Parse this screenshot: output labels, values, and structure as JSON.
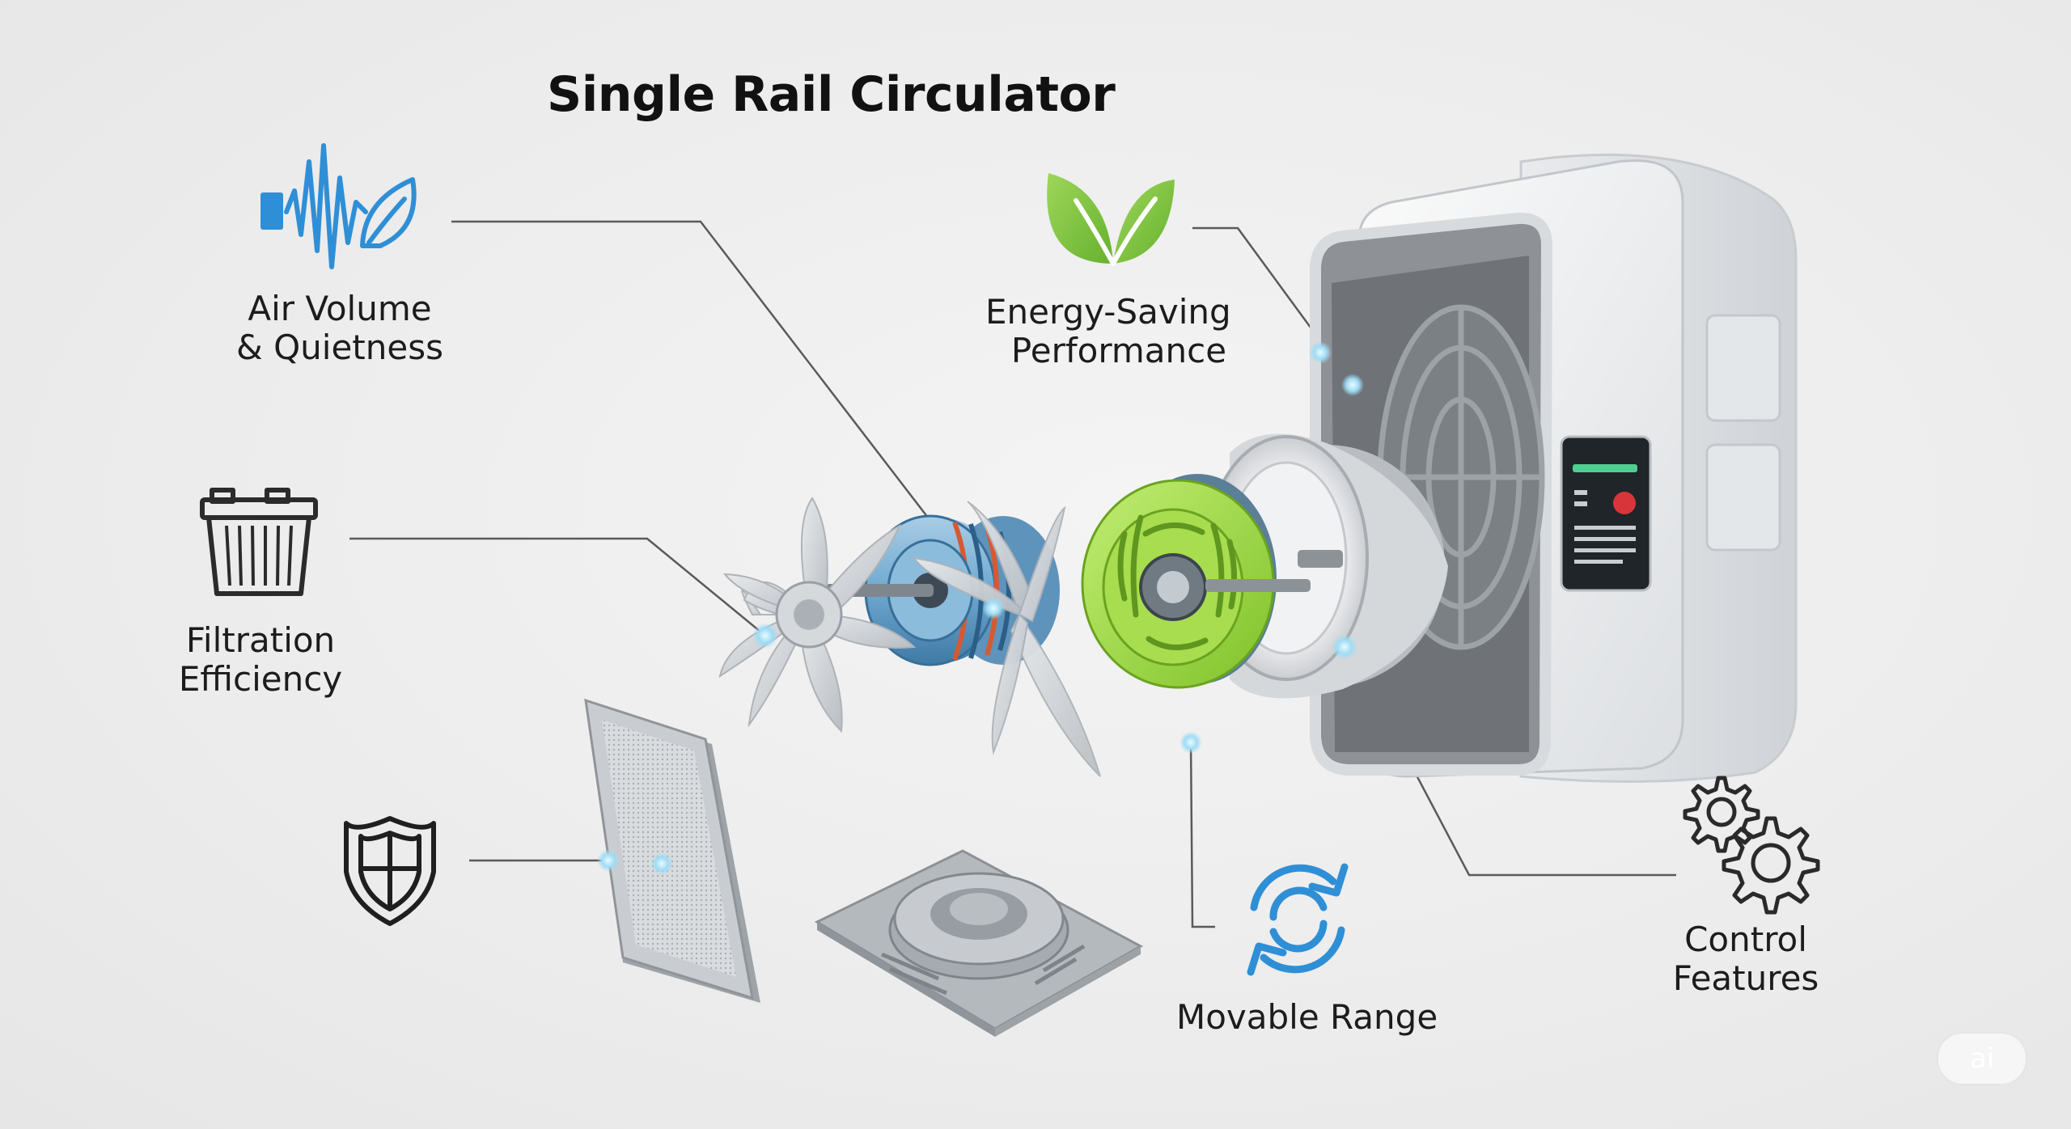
{
  "title": "Single Rail Circulator",
  "labels": {
    "air_volume": [
      "Air Volume",
      "& Quietness"
    ],
    "filtration": [
      "Filtration",
      "Efficiency"
    ],
    "energy": [
      "Energy-Saving",
      "Performance"
    ],
    "movable": "Movable Range",
    "control": [
      "Control",
      "Features"
    ]
  },
  "watermark": "ai",
  "icons": {
    "air_volume": "sound-wave-leaf-icon",
    "filtration": "air-filter-icon",
    "protection": "shield-icon",
    "energy": "green-leaf-icon",
    "movable": "rotate-arrows-icon",
    "control": "gears-icon"
  },
  "colors": {
    "accent_blue": "#2f8fd6",
    "leaf_green": "#7cc242",
    "motor_green": "#9bd83c",
    "housing": "#f2f3f4",
    "leader_line": "#555555"
  }
}
